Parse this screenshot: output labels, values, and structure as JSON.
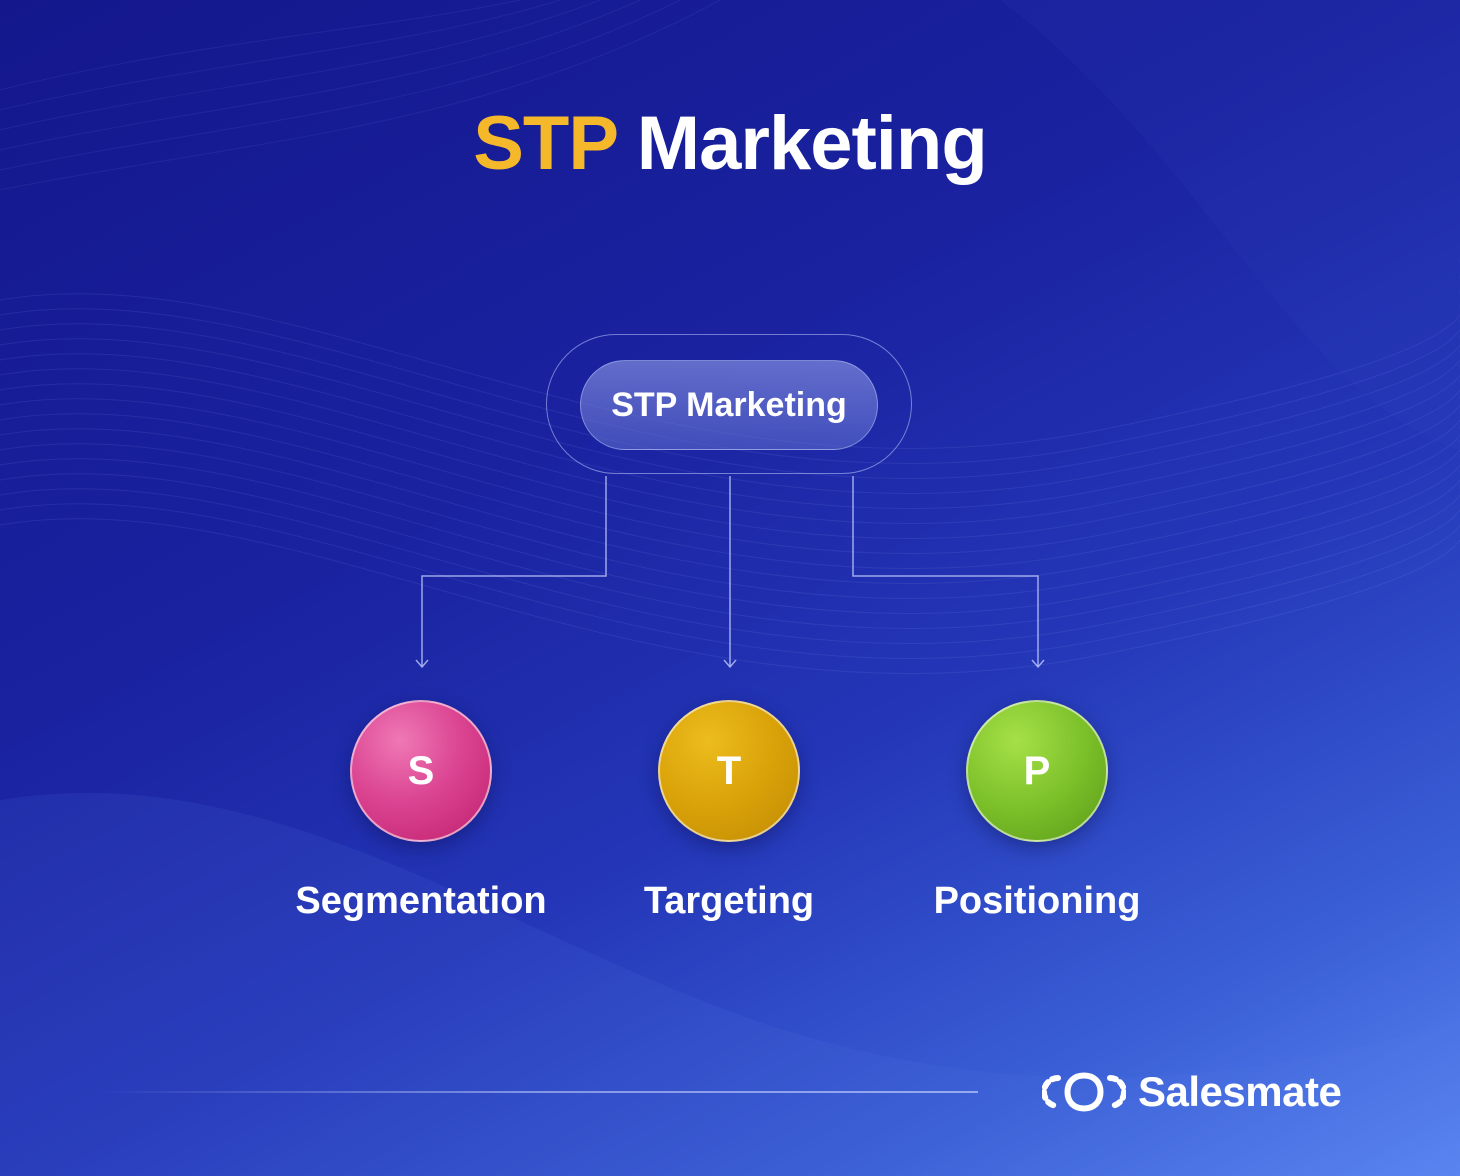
{
  "title": {
    "accent": "STP",
    "rest": " Marketing"
  },
  "root_node": {
    "label": "STP Marketing"
  },
  "children": [
    {
      "letter": "S",
      "label": "Segmentation",
      "color": "#db4592"
    },
    {
      "letter": "T",
      "label": "Targeting",
      "color": "#d9a208"
    },
    {
      "letter": "P",
      "label": "Positioning",
      "color": "#7dc12a"
    }
  ],
  "brand": {
    "name": "Salesmate"
  },
  "colors": {
    "accent": "#f6b82b",
    "background": "#1a22a0"
  }
}
